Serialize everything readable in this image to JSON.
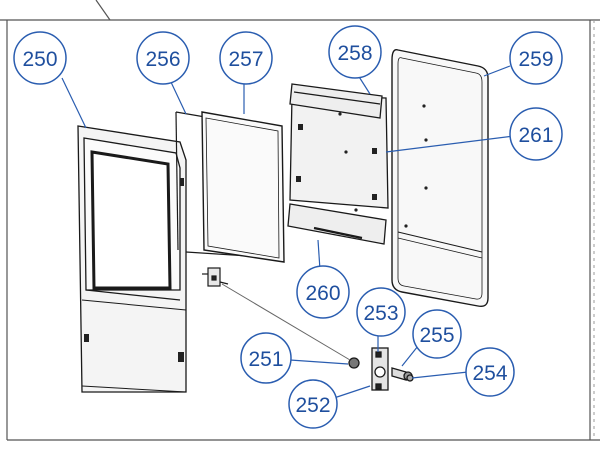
{
  "diagram": {
    "colors": {
      "background": "#ffffff",
      "frame": "#555555",
      "balloon_stroke": "#2a5db0",
      "balloon_text": "#1f4f9e",
      "leader": "#2a5db0",
      "part_line": "#1a1a1a",
      "part_fill": "#f2f2f2"
    },
    "callouts": {
      "c250": "250",
      "c251": "251",
      "c252": "252",
      "c253": "253",
      "c254": "254",
      "c255": "255",
      "c256": "256",
      "c257": "257",
      "c258": "258",
      "c259": "259",
      "c260": "260",
      "c261": "261"
    }
  }
}
